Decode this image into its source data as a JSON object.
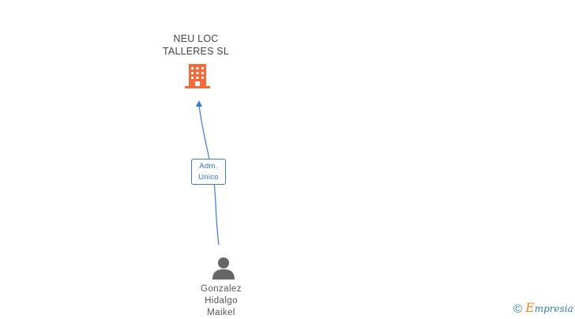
{
  "company": {
    "name_line1": "NEU LOC",
    "name_line2": "TALLERES SL",
    "icon": "building-icon",
    "icon_color": "#f26b38"
  },
  "relationship": {
    "role_line1": "Adm.",
    "role_line2": "Unico",
    "line_color": "#3a7bd5"
  },
  "person": {
    "name_line1": "Gonzalez",
    "name_line2": "Hidalgo",
    "name_line3": "Maikel",
    "icon": "person-icon",
    "icon_color": "#666666"
  },
  "brand": {
    "copyright_symbol": "©",
    "logo_initial": "E",
    "logo_rest": "mpresia",
    "initial_color": "#f08a24",
    "text_color": "#2f7fa8"
  }
}
